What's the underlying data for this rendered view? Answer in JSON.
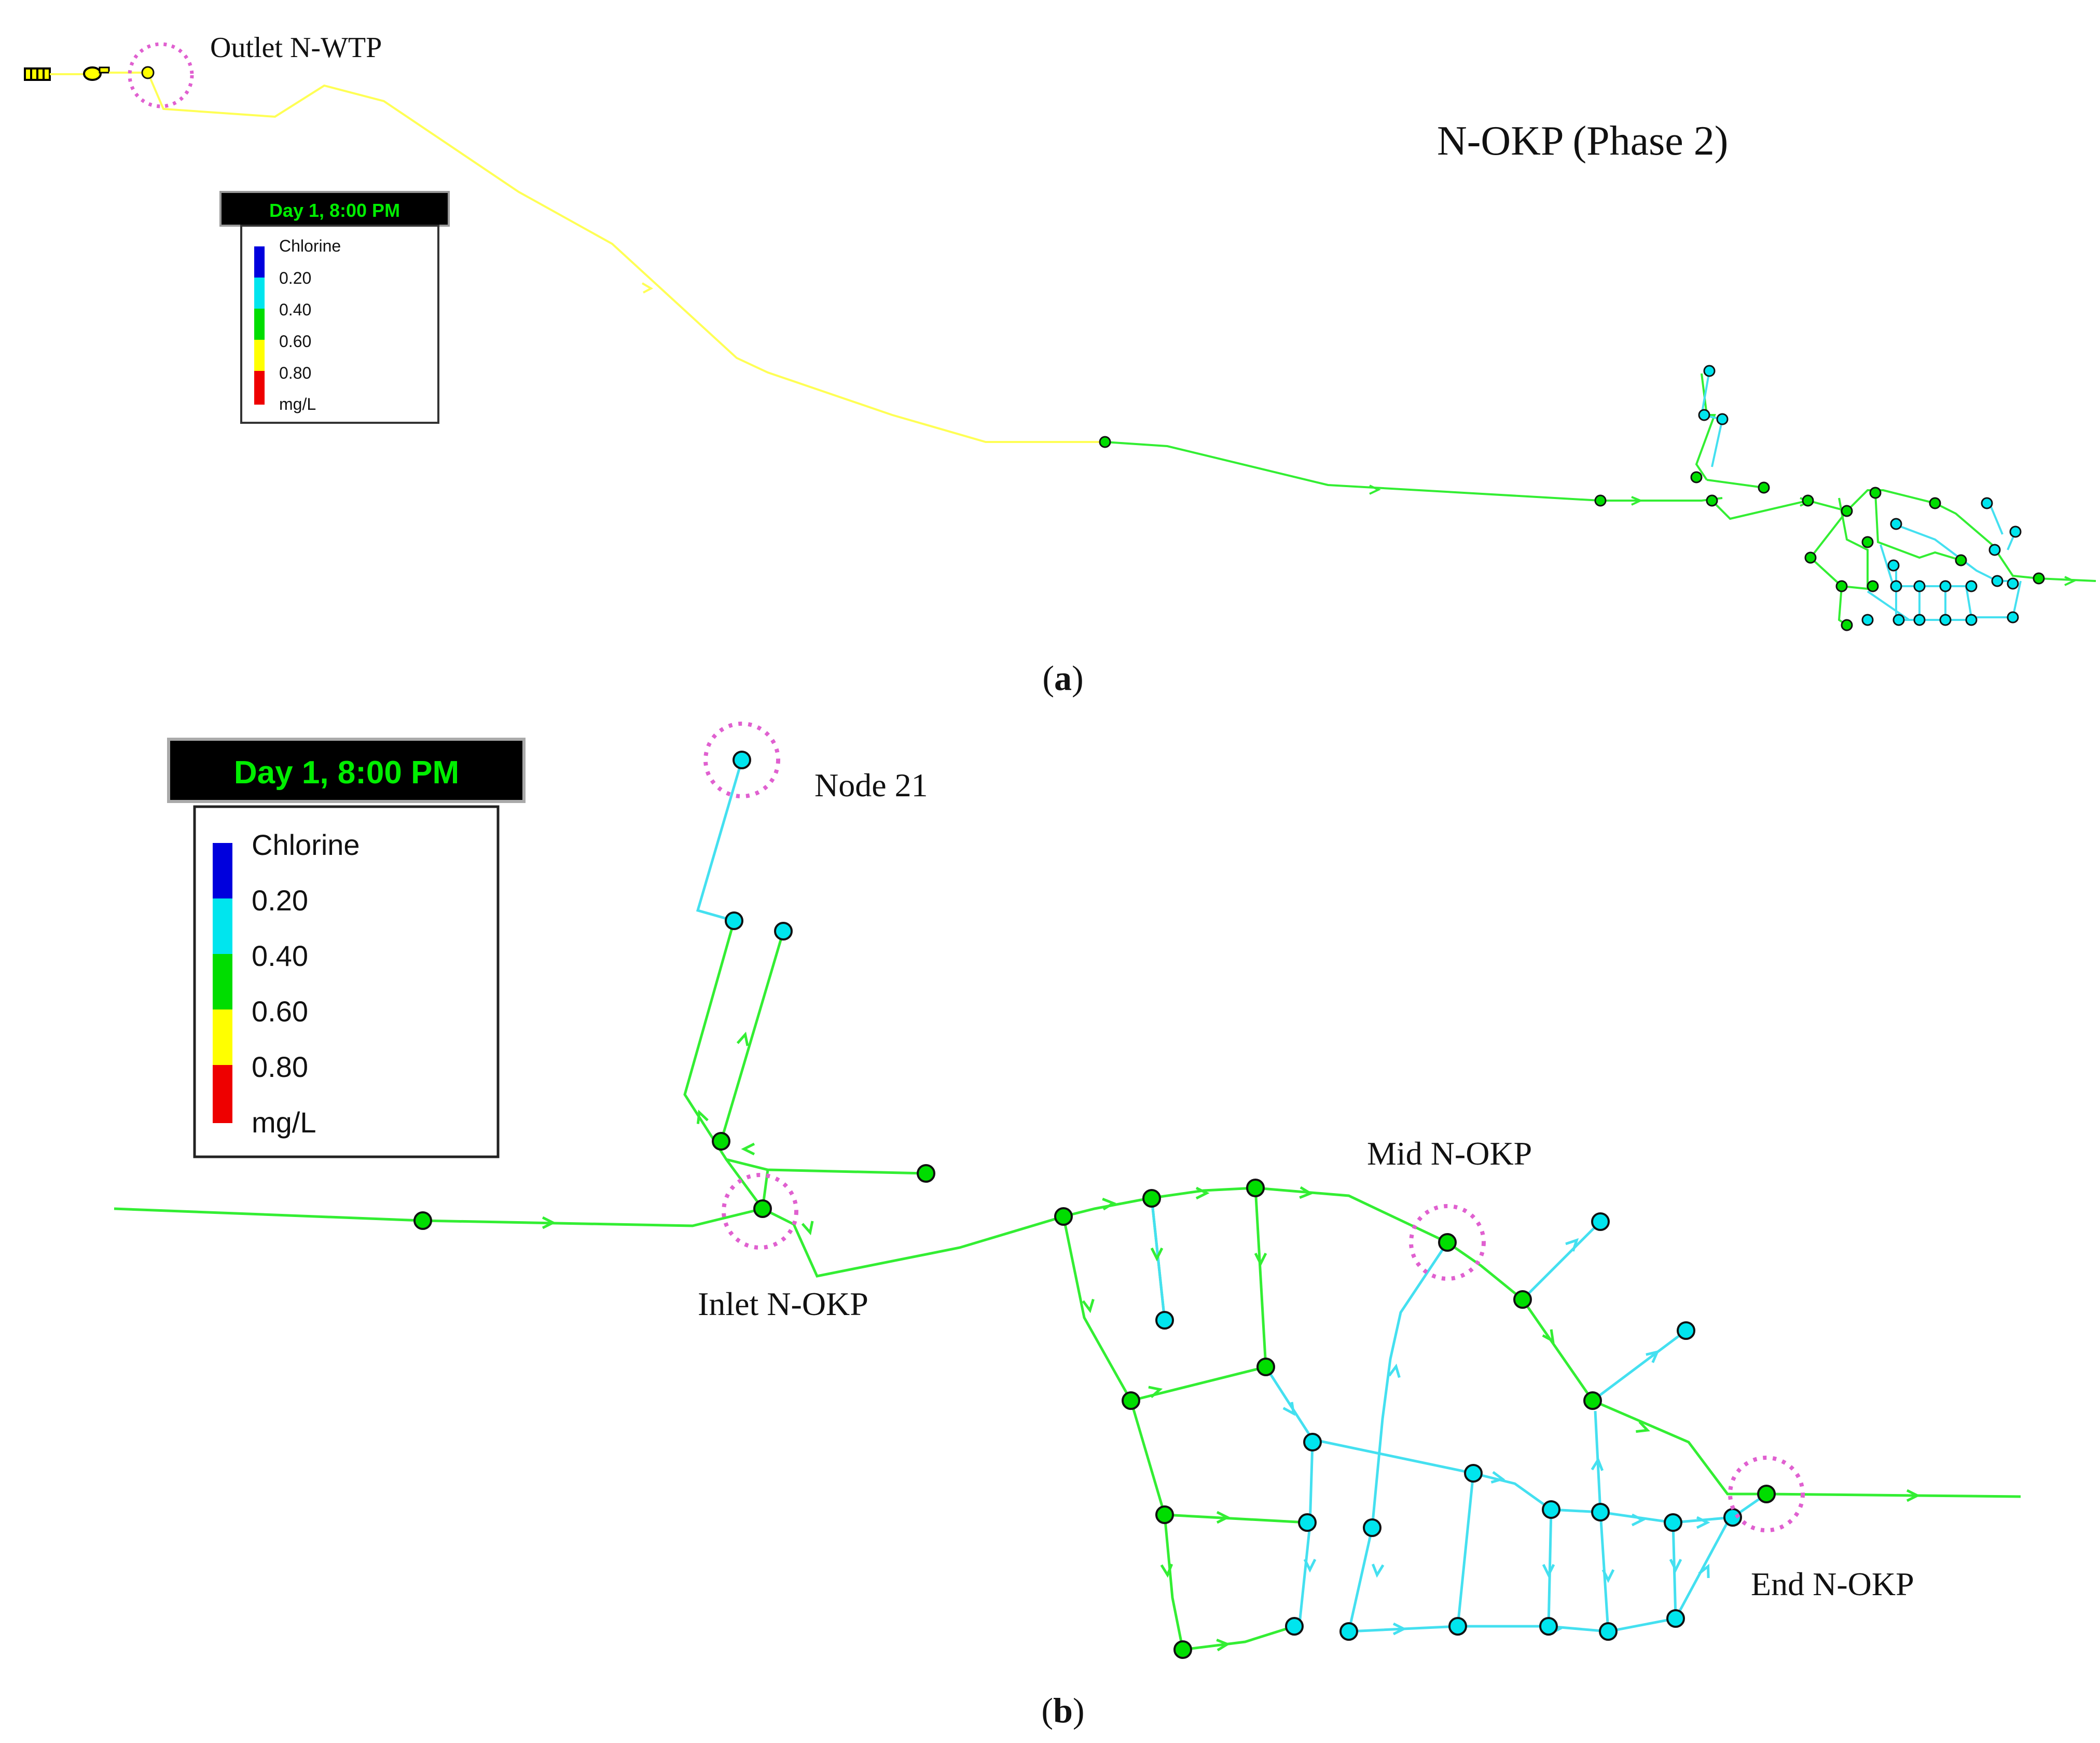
{
  "panel_a": {
    "title": "N-OKP (Phase 2)",
    "outlet_label": "Outlet N-WTP",
    "legend": {
      "timestamp": "Day 1, 8:00 PM",
      "title": "Chlorine",
      "ticks": [
        "0.20",
        "0.40",
        "0.60",
        "0.80"
      ],
      "unit": "mg/L"
    },
    "caption": {
      "open": "(",
      "letter": "a",
      "close": ")"
    }
  },
  "panel_b": {
    "labels": {
      "node21": "Node 21",
      "inlet": "Inlet N-OKP",
      "mid": "Mid N-OKP",
      "end": "End N-OKP"
    },
    "legend": {
      "timestamp": "Day 1, 8:00 PM",
      "title": "Chlorine",
      "ticks": [
        "0.20",
        "0.40",
        "0.60",
        "0.80"
      ],
      "unit": "mg/L"
    },
    "caption": {
      "open": "(",
      "letter": "b",
      "close": ")"
    }
  },
  "colors": {
    "band_lt_020": "#0000dd",
    "band_020_040": "#00e5ee",
    "band_040_060": "#00dd00",
    "band_060_080": "#ffff00",
    "band_gt_080": "#ee0000",
    "pipe_green": "#33ee33",
    "pipe_cyan": "#44e0f0",
    "pipe_yellow": "#ffff55",
    "highlight_ring": "#e060d0",
    "timestamp_text": "#00ee00",
    "timestamp_bg": "#000000"
  }
}
